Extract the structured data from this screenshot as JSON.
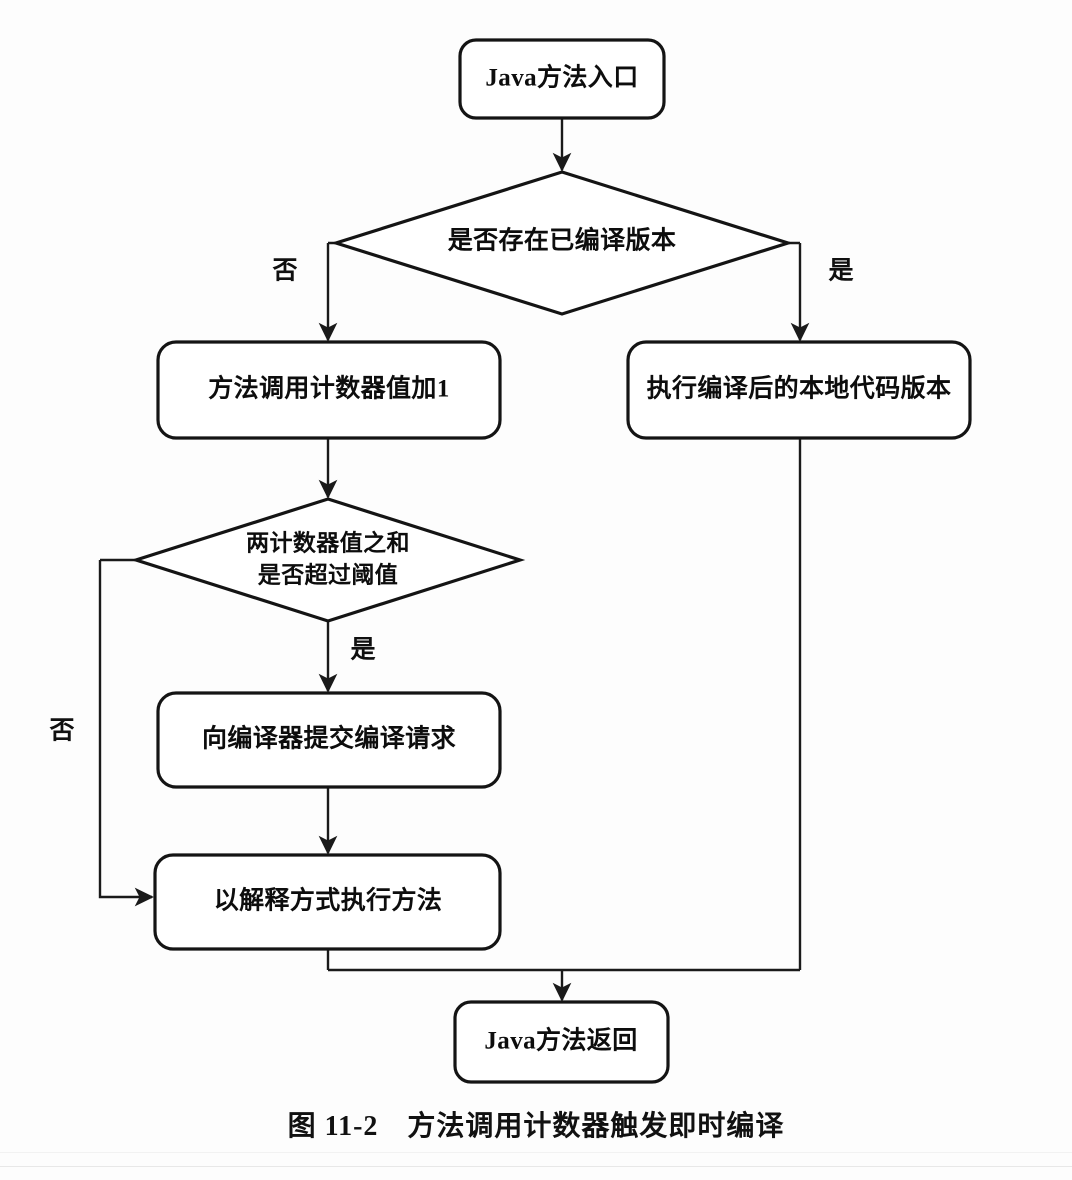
{
  "figure": {
    "caption_number": "图 11-2",
    "caption_title": "方法调用计数器触发即时编译",
    "caption_full": "图 11-2　方法调用计数器触发即时编译",
    "colors": {
      "stroke": "#141414",
      "fill": "#ffffff",
      "text": "#0d0d0d",
      "background": "#fdfdfd"
    }
  },
  "nodes": {
    "start": {
      "label": "Java方法入口",
      "type": "terminator"
    },
    "decision_compiled": {
      "label": "是否存在已编译版本",
      "type": "decision"
    },
    "counter_increment": {
      "label": "方法调用计数器值加1",
      "type": "process"
    },
    "run_native": {
      "label": "执行编译后的本地代码版本",
      "type": "process"
    },
    "decision_threshold_line1": {
      "label": "两计数器值之和",
      "type": "decision"
    },
    "decision_threshold_line2": {
      "label": "是否超过阈值",
      "type": "decision"
    },
    "submit_compile": {
      "label": "向编译器提交编译请求",
      "type": "process"
    },
    "interpret_exec": {
      "label": "以解释方式执行方法",
      "type": "process"
    },
    "end": {
      "label": "Java方法返回",
      "type": "terminator"
    }
  },
  "edge_labels": {
    "compiled_no": "否",
    "compiled_yes": "是",
    "threshold_yes": "是",
    "threshold_no": "否"
  }
}
